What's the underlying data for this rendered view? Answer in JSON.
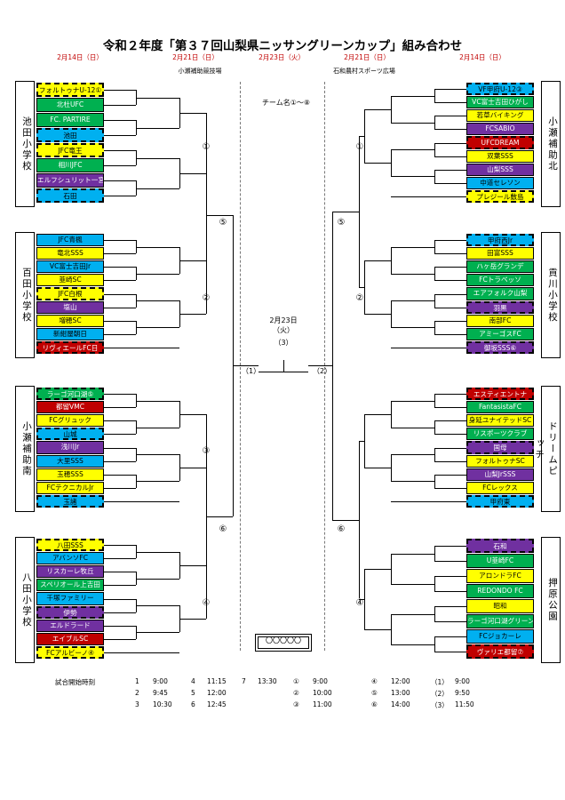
{
  "title": "令和２年度「第３７回山梨県ニッサングリーンカップ」組み合わせ",
  "dates": [
    "2月14日（日）",
    "2月21日（日）",
    "2月23日（火）",
    "2月21日（日）",
    "2月14日（日）"
  ],
  "venues": {
    "left": "小瀬補助競技場",
    "right": "石和農村スポーツ広場"
  },
  "team_note": "チーム名①～⑧",
  "center": {
    "date": "2月23日",
    "day": "（火）",
    "match": "（3）",
    "left_semi": "（1）",
    "right_semi": "（2）",
    "final_box": "〇〇〇〇〇"
  },
  "groups": {
    "left": [
      {
        "name": "池田小学校",
        "teams": [
          {
            "name": "フォルトゥナU-12①",
            "bg": "#ffff00",
            "dash": true
          },
          {
            "name": "北杜UFC",
            "bg": "#00b050",
            "dash": false
          },
          {
            "name": "FC. PARTIRE",
            "bg": "#00b050",
            "dash": false
          },
          {
            "name": "池田",
            "bg": "#00b0f0",
            "dash": true
          },
          {
            "name": "JFC竜王",
            "bg": "#ffff00",
            "dash": true
          },
          {
            "name": "相川JFC",
            "bg": "#00b050",
            "dash": false
          },
          {
            "name": "エルフシュリット一宮",
            "bg": "#7030a0",
            "dash": false
          },
          {
            "name": "石田",
            "bg": "#00b0f0",
            "dash": true
          }
        ]
      },
      {
        "name": "百田小学校",
        "teams": [
          {
            "name": "JFC青楓",
            "bg": "#00b0f0",
            "dash": false
          },
          {
            "name": "竜北SSS",
            "bg": "#ffff00",
            "dash": false
          },
          {
            "name": "VC富士吉田Jr",
            "bg": "#00b0f0",
            "dash": false
          },
          {
            "name": "韮崎SC",
            "bg": "#ffff00",
            "dash": false
          },
          {
            "name": "JFC白根",
            "bg": "#ffff00",
            "dash": true
          },
          {
            "name": "塩山",
            "bg": "#7030a0",
            "dash": false
          },
          {
            "name": "増穂SC",
            "bg": "#ffff00",
            "dash": false
          },
          {
            "name": "新紺屋朝日",
            "bg": "#00b0f0",
            "dash": false
          },
          {
            "name": "リヴィエールFC日",
            "bg": "#c00000",
            "dash": true
          }
        ]
      },
      {
        "name": "小瀬補助南",
        "teams": [
          {
            "name": "ラーゴ河口湖⑤",
            "bg": "#00b050",
            "dash": true
          },
          {
            "name": "都留VMC",
            "bg": "#c00000",
            "dash": false
          },
          {
            "name": "FCグリュック",
            "bg": "#ffff00",
            "dash": false
          },
          {
            "name": "山城",
            "bg": "#00b0f0",
            "dash": true
          },
          {
            "name": "浅川Jr",
            "bg": "#7030a0",
            "dash": false
          },
          {
            "name": "大里SSS",
            "bg": "#00b0f0",
            "dash": false
          },
          {
            "name": "玉穂SSS",
            "bg": "#ffff00",
            "dash": false
          },
          {
            "name": "FCテクニカルJr",
            "bg": "#ffff00",
            "dash": false
          },
          {
            "name": "玉諸",
            "bg": "#00b0f0",
            "dash": true
          }
        ]
      },
      {
        "name": "八田小学校",
        "teams": [
          {
            "name": "八田SSS",
            "bg": "#ffff00",
            "dash": true
          },
          {
            "name": "アバンソFC",
            "bg": "#00b0f0",
            "dash": false
          },
          {
            "name": "リスカーレ牧丘",
            "bg": "#7030a0",
            "dash": false
          },
          {
            "name": "スペリオール上吉田",
            "bg": "#00b050",
            "dash": false
          },
          {
            "name": "千塚ファミリー",
            "bg": "#00b0f0",
            "dash": false
          },
          {
            "name": "伊勢",
            "bg": "#7030a0",
            "dash": true
          },
          {
            "name": "エルドラード",
            "bg": "#7030a0",
            "dash": false
          },
          {
            "name": "エイブルSC",
            "bg": "#c00000",
            "dash": false
          },
          {
            "name": "FCアルビーノ④",
            "bg": "#ffff00",
            "dash": true
          }
        ]
      }
    ],
    "right": [
      {
        "name": "小瀬補助北",
        "teams": [
          {
            "name": "VF甲府U-12③",
            "bg": "#00b0f0",
            "dash": true
          },
          {
            "name": "VC富士吉田ひがし",
            "bg": "#00b050",
            "dash": false
          },
          {
            "name": "若草バイキング",
            "bg": "#ffff00",
            "dash": false
          },
          {
            "name": "FCSABIO",
            "bg": "#7030a0",
            "dash": false
          },
          {
            "name": "UFCDREAM",
            "bg": "#c00000",
            "dash": true
          },
          {
            "name": "双葉SSS",
            "bg": "#ffff00",
            "dash": false
          },
          {
            "name": "山梨SSS",
            "bg": "#7030a0",
            "dash": false
          },
          {
            "name": "中道セレソン",
            "bg": "#00b0f0",
            "dash": false
          },
          {
            "name": "プレジール敷島",
            "bg": "#ffff00",
            "dash": true
          }
        ]
      },
      {
        "name": "貢川小学校",
        "teams": [
          {
            "name": "甲府西Jr",
            "bg": "#00b0f0",
            "dash": true
          },
          {
            "name": "田富SSS",
            "bg": "#ffff00",
            "dash": false
          },
          {
            "name": "ハヶ岳グランデ",
            "bg": "#00b050",
            "dash": false
          },
          {
            "name": "FCトラベッソ",
            "bg": "#00b050",
            "dash": false
          },
          {
            "name": "エアフォルク山梨",
            "bg": "#00b050",
            "dash": false
          },
          {
            "name": "羽黒",
            "bg": "#7030a0",
            "dash": true
          },
          {
            "name": "南部FC",
            "bg": "#ffff00",
            "dash": false
          },
          {
            "name": "アミーゴスFC",
            "bg": "#00b050",
            "dash": false
          },
          {
            "name": "御坂SSS⑥",
            "bg": "#7030a0",
            "dash": true
          }
        ]
      },
      {
        "name": "ドリームピッチ",
        "teams": [
          {
            "name": "エスティエントナ",
            "bg": "#c00000",
            "dash": true
          },
          {
            "name": "FantasistaFC",
            "bg": "#00b050",
            "dash": false
          },
          {
            "name": "身延ユナイテッドSC",
            "bg": "#ffff00",
            "dash": false
          },
          {
            "name": "リスポーツクラブ",
            "bg": "#00b050",
            "dash": false
          },
          {
            "name": "国母",
            "bg": "#7030a0",
            "dash": true
          },
          {
            "name": "フォルトゥナSC",
            "bg": "#ffff00",
            "dash": false
          },
          {
            "name": "山梨JrSSS",
            "bg": "#7030a0",
            "dash": false
          },
          {
            "name": "FCレックス",
            "bg": "#ffff00",
            "dash": false
          },
          {
            "name": "甲府東",
            "bg": "#00b0f0",
            "dash": true
          }
        ]
      },
      {
        "name": "押原公園",
        "teams": [
          {
            "name": "石和",
            "bg": "#7030a0",
            "dash": true
          },
          {
            "name": "U韮崎FC",
            "bg": "#00b050",
            "dash": false
          },
          {
            "name": "アロンドラFC",
            "bg": "#ffff00",
            "dash": false
          },
          {
            "name": "REDONDO FC",
            "bg": "#00b050",
            "dash": false
          },
          {
            "name": "昭和",
            "bg": "#ffff00",
            "dash": false
          },
          {
            "name": "ラーゴ河口湖グリーン",
            "bg": "#00b050",
            "dash": false
          },
          {
            "name": "FCジョカーレ",
            "bg": "#00b0f0",
            "dash": false
          },
          {
            "name": "ヴァリエ都留⑦",
            "bg": "#c00000",
            "dash": true
          }
        ]
      }
    ]
  },
  "schedule": {
    "label": "試合開始時刻",
    "rows": [
      {
        "a": "1",
        "at": "9:00",
        "b": "4",
        "bt": "11:15",
        "c": "7",
        "ct": "13:30",
        "d": "①",
        "dt": "9:00",
        "e": "④",
        "et": "12:00",
        "f": "（1）",
        "ft": "9:00"
      },
      {
        "a": "2",
        "at": "9:45",
        "b": "5",
        "bt": "12:00",
        "c": "",
        "ct": "",
        "d": "②",
        "dt": "10:00",
        "e": "⑤",
        "et": "13:00",
        "f": "（2）",
        "ft": "9:50"
      },
      {
        "a": "3",
        "at": "10:30",
        "b": "6",
        "bt": "12:45",
        "c": "",
        "ct": "",
        "d": "③",
        "dt": "11:00",
        "e": "⑥",
        "et": "14:00",
        "f": "（3）",
        "ft": "11:50"
      }
    ]
  },
  "circles": [
    "①",
    "②",
    "③",
    "④",
    "⑤",
    "⑥"
  ]
}
